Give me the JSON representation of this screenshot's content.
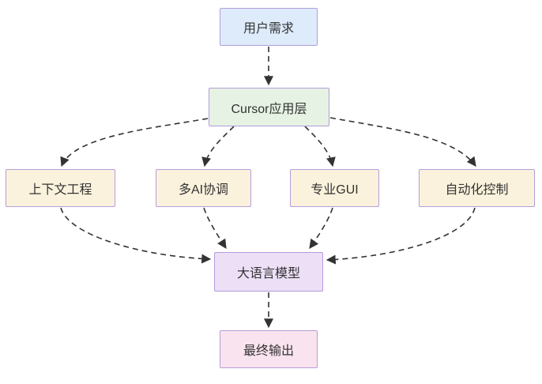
{
  "diagram": {
    "type": "flowchart",
    "direction": "top-down",
    "colors": {
      "background": "#ffffff",
      "node_border": "#b39ddb",
      "edge_stroke": "#333333",
      "text": "#333333"
    },
    "nodes": [
      {
        "id": "user-requirements",
        "label": "用户需求",
        "fill": "#deebfb"
      },
      {
        "id": "cursor-app-layer",
        "label": "Cursor应用层",
        "fill": "#e6f2e3"
      },
      {
        "id": "context-engineering",
        "label": "上下文工程",
        "fill": "#fbf2dd"
      },
      {
        "id": "multi-ai-coordination",
        "label": "多AI协调",
        "fill": "#fbf2dd"
      },
      {
        "id": "professional-gui",
        "label": "专业GUI",
        "fill": "#fbf2dd"
      },
      {
        "id": "automation-control",
        "label": "自动化控制",
        "fill": "#fbf2dd"
      },
      {
        "id": "large-language-model",
        "label": "大语言模型",
        "fill": "#ecdff6"
      },
      {
        "id": "final-output",
        "label": "最终输出",
        "fill": "#f9e3ee"
      }
    ],
    "edges": [
      {
        "from": "用户需求",
        "to": "Cursor应用层",
        "style": "dashed"
      },
      {
        "from": "Cursor应用层",
        "to": "上下文工程",
        "style": "dashed"
      },
      {
        "from": "Cursor应用层",
        "to": "多AI协调",
        "style": "dashed"
      },
      {
        "from": "Cursor应用层",
        "to": "专业GUI",
        "style": "dashed"
      },
      {
        "from": "Cursor应用层",
        "to": "自动化控制",
        "style": "dashed"
      },
      {
        "from": "上下文工程",
        "to": "大语言模型",
        "style": "dashed"
      },
      {
        "from": "多AI协调",
        "to": "大语言模型",
        "style": "dashed"
      },
      {
        "from": "专业GUI",
        "to": "大语言模型",
        "style": "dashed"
      },
      {
        "from": "自动化控制",
        "to": "大语言模型",
        "style": "dashed"
      },
      {
        "from": "大语言模型",
        "to": "最终输出",
        "style": "dashed"
      }
    ]
  }
}
